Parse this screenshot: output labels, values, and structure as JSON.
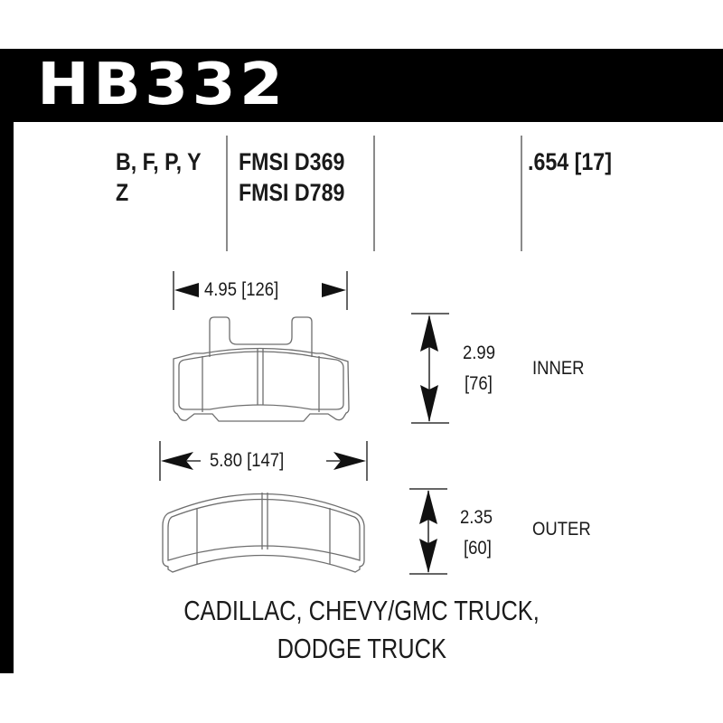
{
  "header": {
    "part_number": "HB332",
    "background_color": "#000000",
    "text_color": "#ffffff"
  },
  "info": {
    "compounds_line1": "B, F, P, Y",
    "compounds_line2": "Z",
    "fmsi_line1": "FMSI D369",
    "fmsi_line2": "FMSI D789",
    "thickness": ".654 [17]"
  },
  "inner_pad": {
    "width_label": "4.95 [126]",
    "height_value": "2.99",
    "height_metric": "[76]",
    "label": "INNER"
  },
  "outer_pad": {
    "width_label": "5.80 [147]",
    "height_value": "2.35",
    "height_metric": "[60]",
    "label": "OUTER"
  },
  "vehicles": {
    "line1": "CADILLAC, CHEVY/GMC TRUCK,",
    "line2": "DODGE TRUCK"
  },
  "colors": {
    "outline": "#6e6e6e",
    "divider": "#8a8a8a",
    "text": "#1a1a1a"
  }
}
